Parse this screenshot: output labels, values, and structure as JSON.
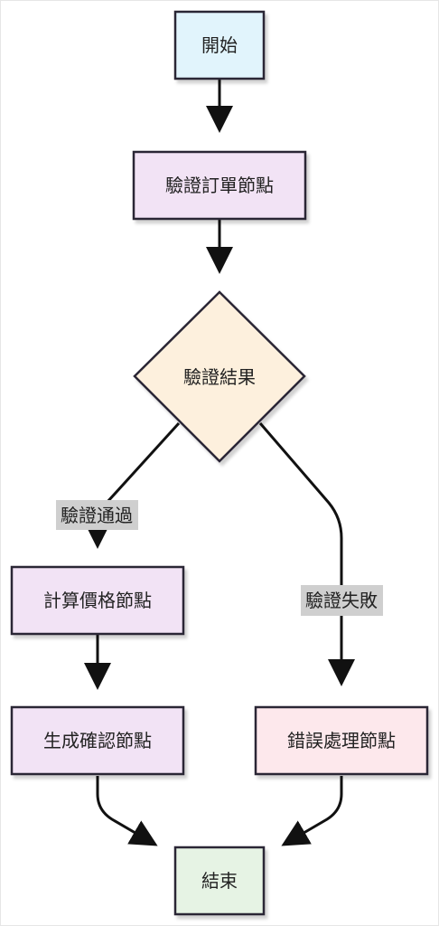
{
  "colors": {
    "start_fill": "#e1f4fc",
    "process_fill": "#f2e3f5",
    "decision_fill": "#fdf0dd",
    "error_fill": "#fde8ec",
    "end_fill": "#e6f3e4",
    "stroke": "#2a2535",
    "edge": "#111111",
    "edge_label_bg": "#cfcfcf"
  },
  "nodes": {
    "start": {
      "label": "開始",
      "shape": "rect"
    },
    "validate": {
      "label": "驗證訂單節點",
      "shape": "rect"
    },
    "decision": {
      "label": "驗證結果",
      "shape": "diamond"
    },
    "calc": {
      "label": "計算價格節點",
      "shape": "rect"
    },
    "confirm": {
      "label": "生成確認節點",
      "shape": "rect"
    },
    "error": {
      "label": "錯誤處理節點",
      "shape": "rect"
    },
    "end": {
      "label": "結束",
      "shape": "rect"
    }
  },
  "edges": {
    "pass": {
      "label": "驗證通過"
    },
    "fail": {
      "label": "驗證失敗"
    }
  }
}
